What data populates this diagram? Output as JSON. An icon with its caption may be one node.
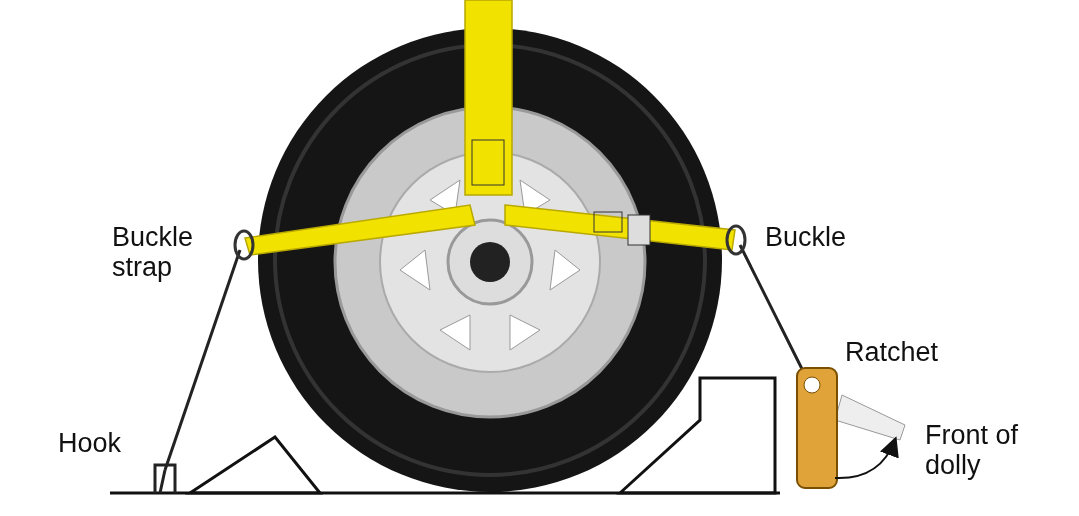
{
  "diagram": {
    "labels": [
      "Buckle strap",
      "Buckle",
      "Ratchet",
      "Hook",
      "Front of dolly"
    ]
  }
}
